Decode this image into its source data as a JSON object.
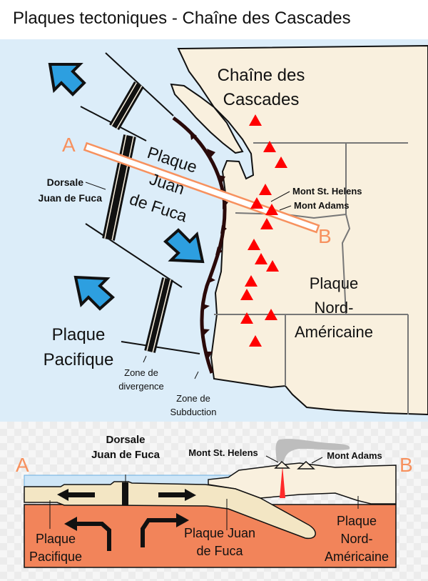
{
  "title": "Plaques tectoniques - Chaîne des Cascades",
  "colors": {
    "ocean": "#dcedf9",
    "land": "#f9f0de",
    "mantle": "#f2845a",
    "crust": "#f3e6c4",
    "arrow": "#2d9fe0",
    "volcano": "#ff0000",
    "accent": "#f7915e",
    "trench": "#2a0a0a"
  },
  "map": {
    "range_label": [
      "Chaîne des",
      "Cascades"
    ],
    "jdf_plate": [
      "Plaque",
      "Juan",
      "de Fuca"
    ],
    "ridge_label": [
      "Dorsale",
      "Juan de Fuca"
    ],
    "st_helens": "Mont St. Helens",
    "adams": "Mont Adams",
    "na_plate": [
      "Plaque",
      "Nord-",
      "Américaine"
    ],
    "pacific_plate": [
      "Plaque",
      "Pacifique"
    ],
    "divergence": [
      "Zone de",
      "divergence"
    ],
    "subduction": [
      "Zone de",
      "Subduction"
    ],
    "point_a": "A",
    "point_b": "B"
  },
  "section": {
    "point_a": "A",
    "point_b": "B",
    "ridge_label": [
      "Dorsale",
      "Juan de Fuca"
    ],
    "st_helens": "Mont St. Helens",
    "adams": "Mont Adams",
    "pacific_plate": [
      "Plaque",
      "Pacifique"
    ],
    "jdf_plate": [
      "Plaque Juan",
      "de Fuca"
    ],
    "na_plate": [
      "Plaque",
      "Nord-",
      "Américaine"
    ]
  }
}
